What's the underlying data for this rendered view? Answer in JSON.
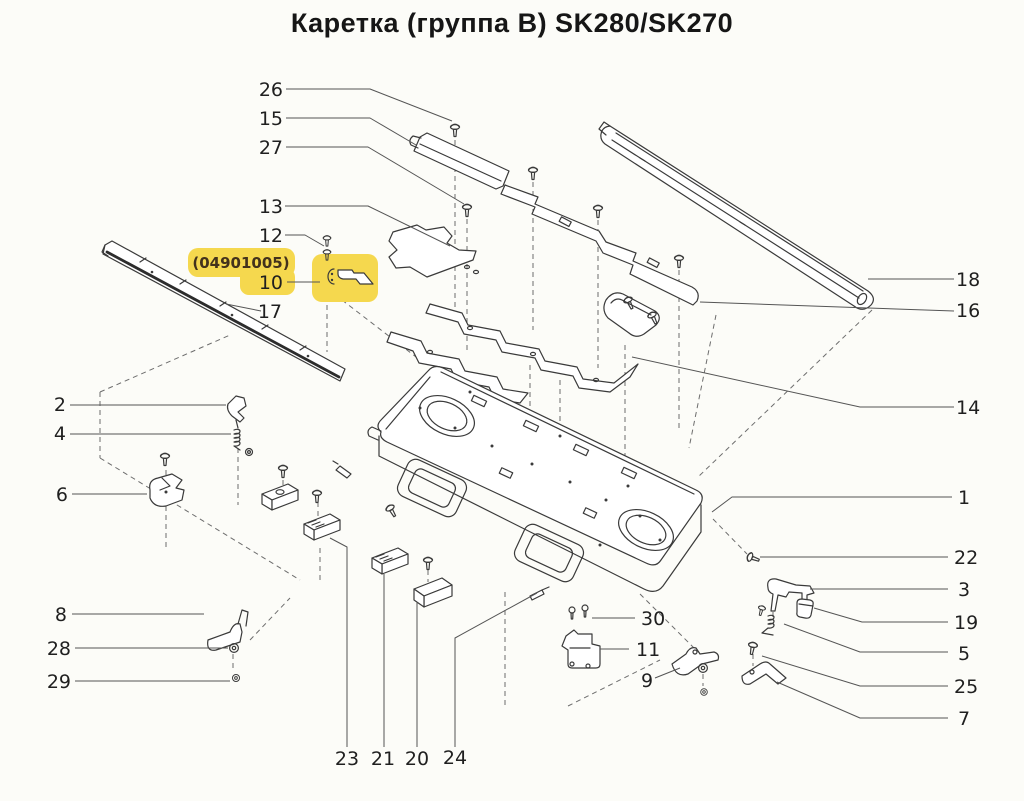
{
  "title": "Каретка (группа B) SK280/SK270",
  "highlight": {
    "part_code": "(04901005)",
    "highlight_color": "#f5d84e",
    "highlighted_part_number": "10"
  },
  "diagram": {
    "background_color": "#fcfcf8",
    "line_color": "#3a3a3a",
    "label_color": "#1f1f1f"
  },
  "callouts": [
    {
      "label": "26"
    },
    {
      "label": "15"
    },
    {
      "label": "27"
    },
    {
      "label": "13"
    },
    {
      "label": "12"
    },
    {
      "label": "10"
    },
    {
      "label": "17"
    },
    {
      "label": "2"
    },
    {
      "label": "4"
    },
    {
      "label": "6"
    },
    {
      "label": "8"
    },
    {
      "label": "28"
    },
    {
      "label": "29"
    },
    {
      "label": "23"
    },
    {
      "label": "21"
    },
    {
      "label": "20"
    },
    {
      "label": "24"
    },
    {
      "label": "30"
    },
    {
      "label": "11"
    },
    {
      "label": "9"
    },
    {
      "label": "18"
    },
    {
      "label": "16"
    },
    {
      "label": "14"
    },
    {
      "label": "1"
    },
    {
      "label": "22"
    },
    {
      "label": "3"
    },
    {
      "label": "19"
    },
    {
      "label": "5"
    },
    {
      "label": "25"
    },
    {
      "label": "7"
    }
  ]
}
